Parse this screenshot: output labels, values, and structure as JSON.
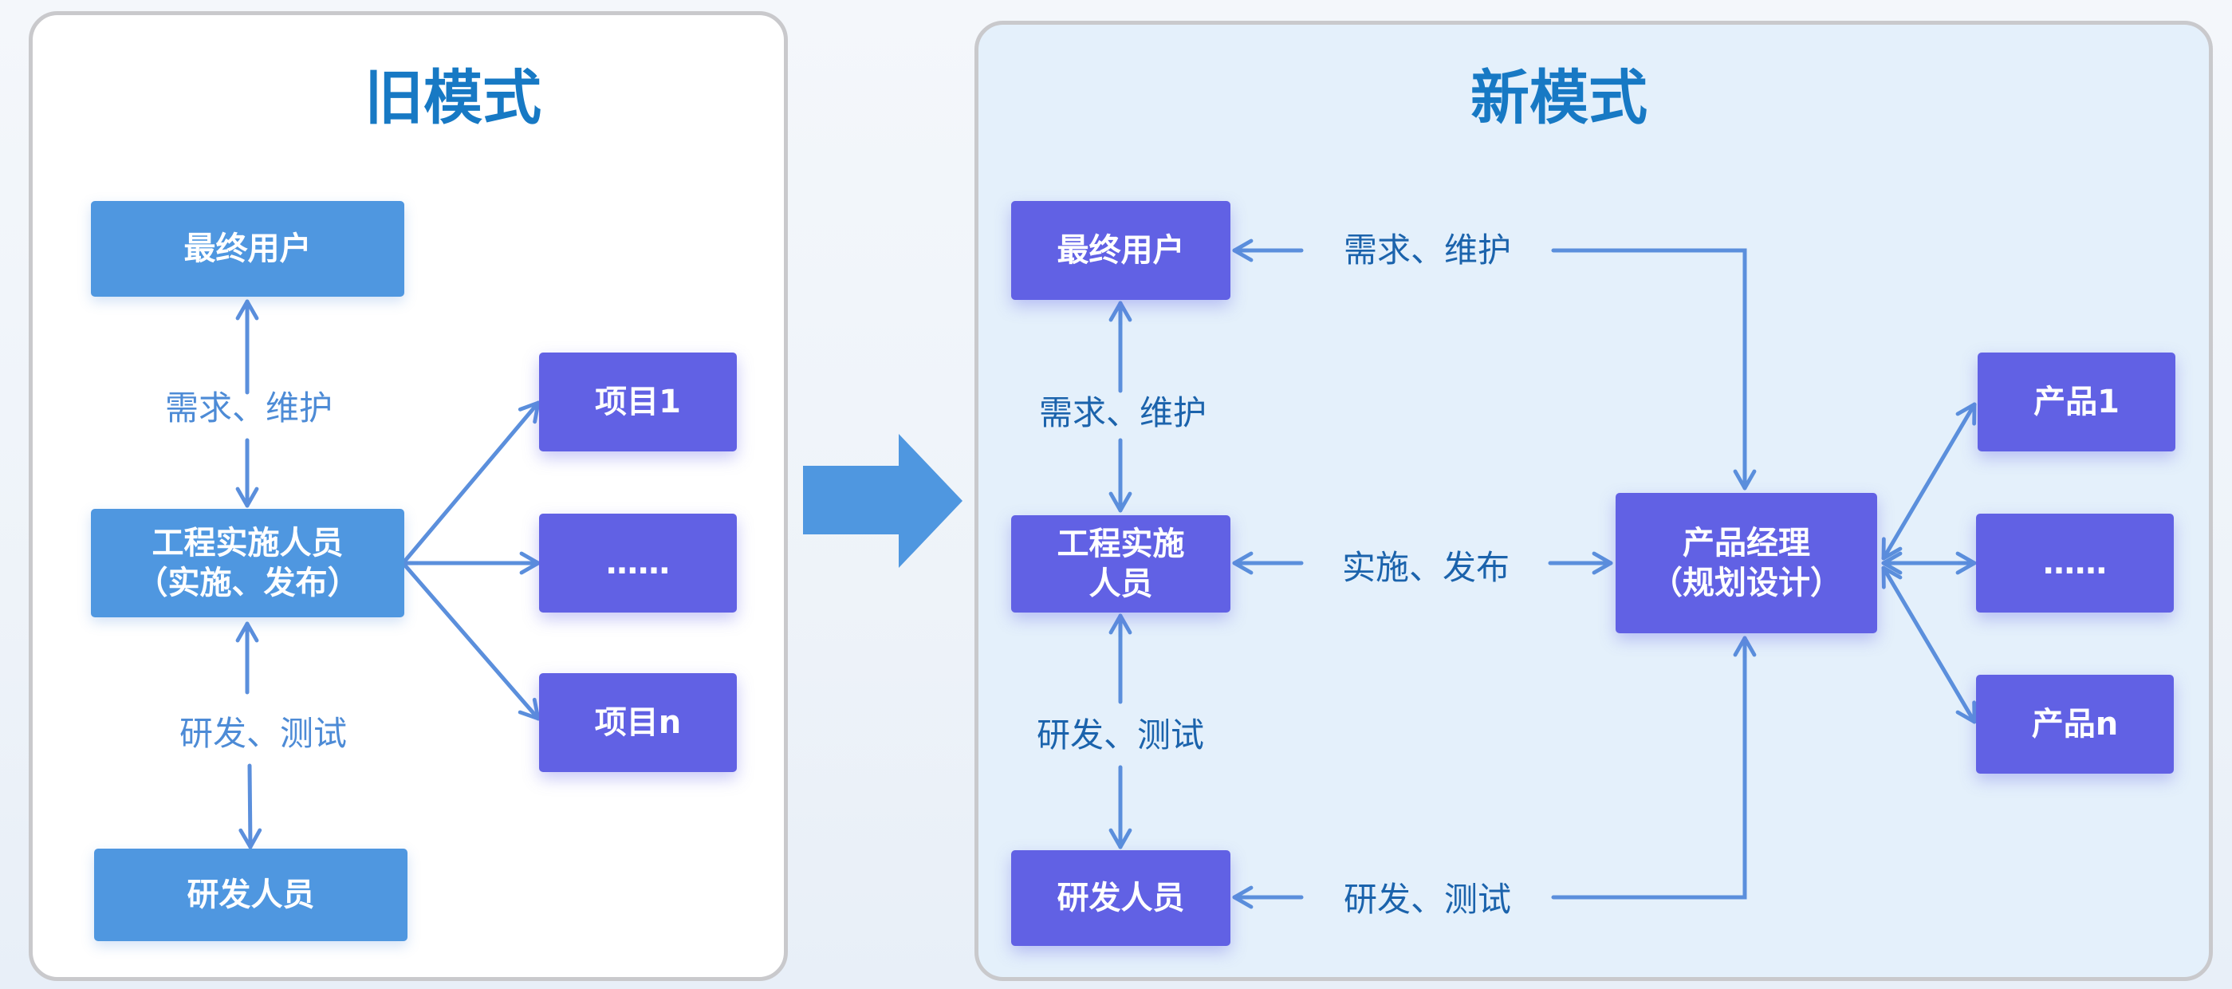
{
  "old_mode": {
    "title": "旧模式",
    "end_user": "最终用户",
    "engineer": "工程实施人员\n（实施、发布）",
    "developer": "研发人员",
    "projects": [
      "项目1",
      "……",
      "项目n"
    ],
    "label_top": "需求、维护",
    "label_bottom": "研发、测试"
  },
  "new_mode": {
    "title": "新模式",
    "end_user": "最终用户",
    "engineer": "工程实施\n人员",
    "developer": "研发人员",
    "product_manager": "产品经理\n（规划设计）",
    "products": [
      "产品1",
      "……",
      "产品n"
    ],
    "label_top_vertical": "需求、维护",
    "label_bottom_vertical": "研发、测试",
    "label_top_horizontal": "需求、维护",
    "label_mid_horizontal": "实施、发布",
    "label_bottom_horizontal": "研发、测试"
  },
  "colors": {
    "old_box": "#4f97e0",
    "new_box": "#6161e4",
    "arrow": "#5b8fdc",
    "title": "#1779c4",
    "big_arrow": "#4f97e0"
  }
}
